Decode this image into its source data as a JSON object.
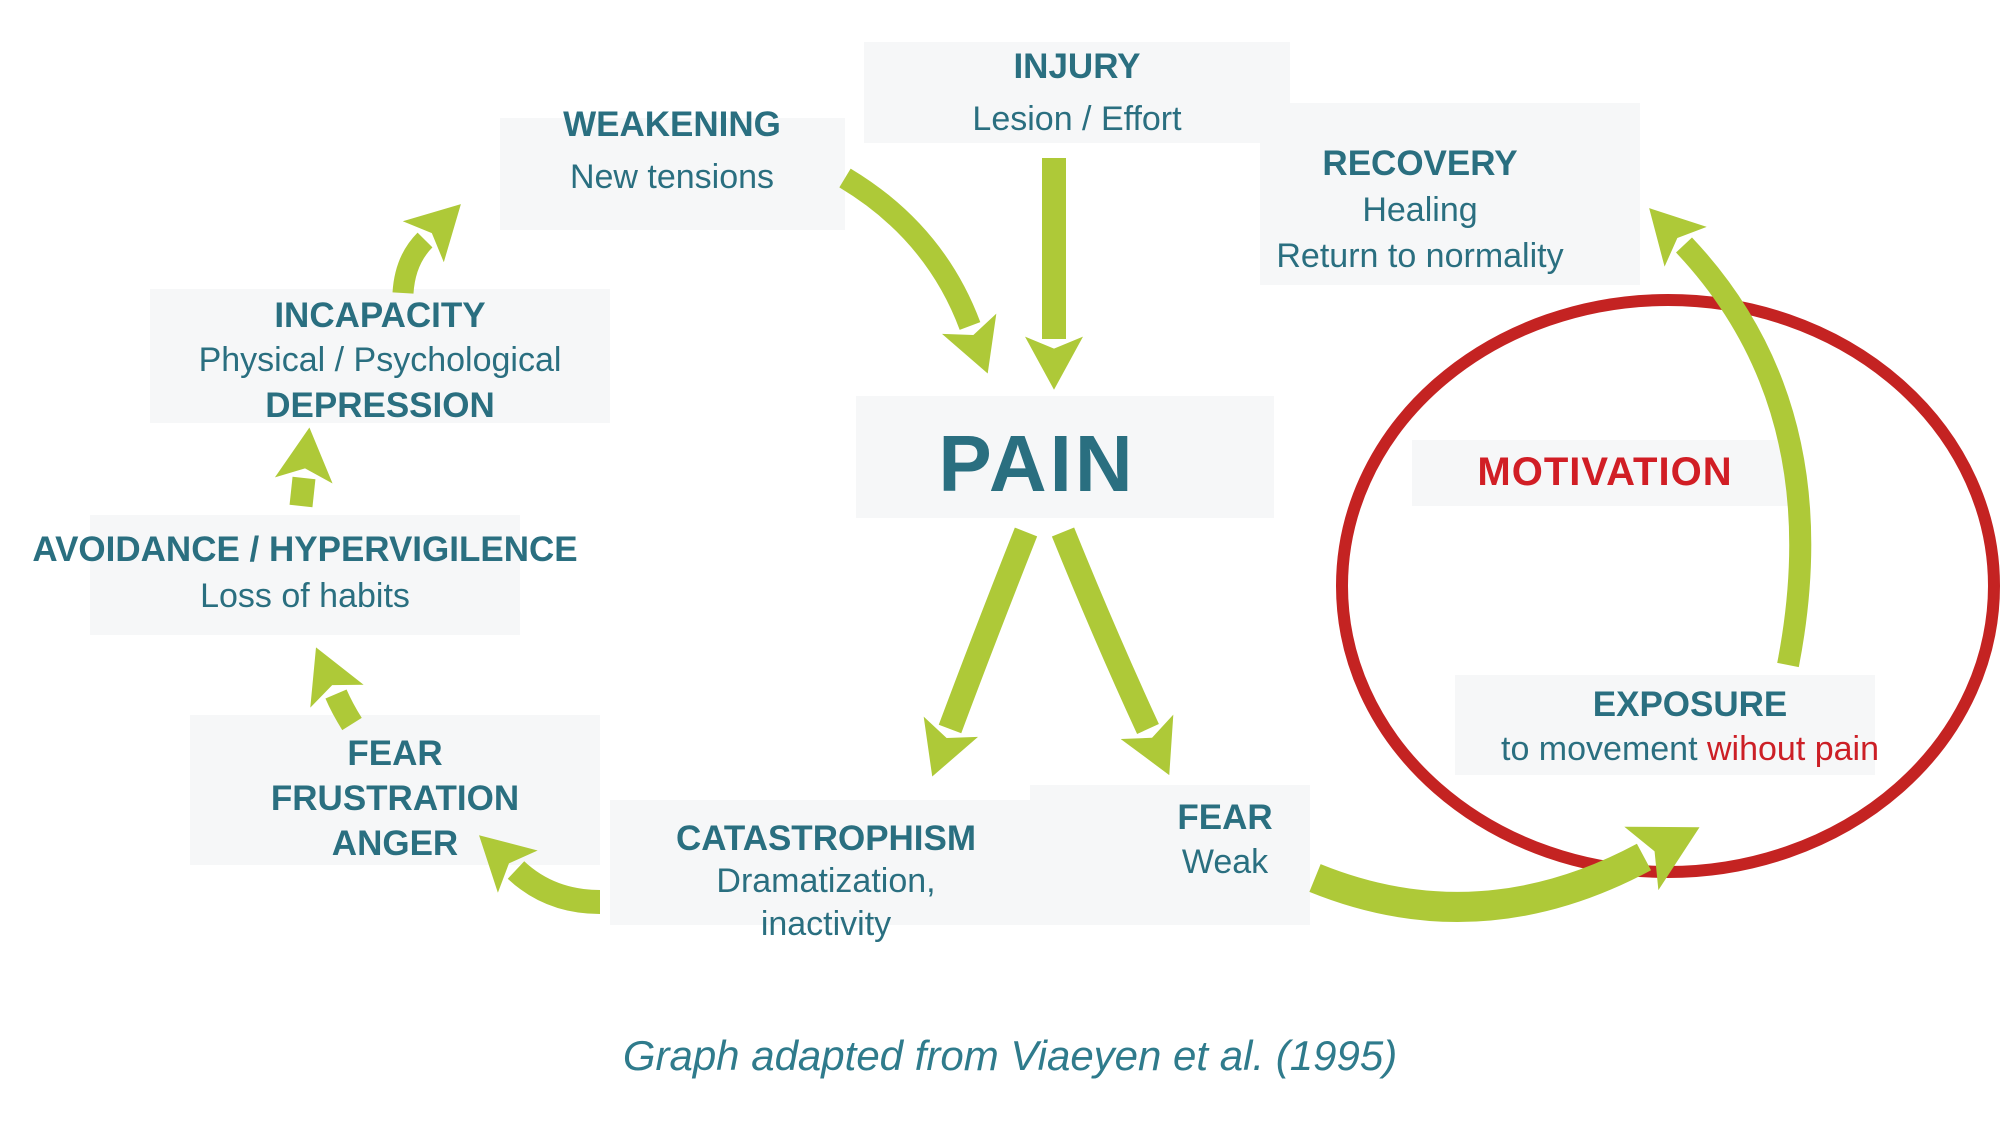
{
  "diagram": {
    "nodes": {
      "injury": {
        "title": "INJURY",
        "subtitle": "Lesion / Effort"
      },
      "weakening": {
        "title": "WEAKENING",
        "subtitle": "New tensions"
      },
      "recovery": {
        "title": "RECOVERY",
        "line2": "Healing",
        "line3": "Return to normality"
      },
      "pain": {
        "title": "PAIN"
      },
      "incapacity": {
        "line1": "INCAPACITY",
        "line2": "Physical / Psychological",
        "line3": "DEPRESSION"
      },
      "avoidance": {
        "title": "AVOIDANCE / HYPERVIGILENCE",
        "subtitle": "Loss of habits"
      },
      "fear_frustration_anger": {
        "line1": "FEAR",
        "line2": "FRUSTRATION",
        "line3": "ANGER"
      },
      "catastrophism": {
        "line1": "CATASTROPHISM",
        "line2": "Dramatization,",
        "line3": "inactivity"
      },
      "fear_weak": {
        "title": "FEAR",
        "subtitle": "Weak"
      },
      "motivation": {
        "title": "MOTIVATION"
      },
      "exposure": {
        "title": "EXPOSURE",
        "subtitle_teal": "to movement ",
        "subtitle_red": "wihout pain"
      }
    },
    "caption": "Graph adapted from Viaeyen et al. (1995)",
    "colors": {
      "teal_text": "#2a6f80",
      "arrow_green": "#aec938",
      "circle_red": "#c42322",
      "motivation_red": "#d11e25",
      "panel_bg": "#f6f7f8"
    }
  }
}
